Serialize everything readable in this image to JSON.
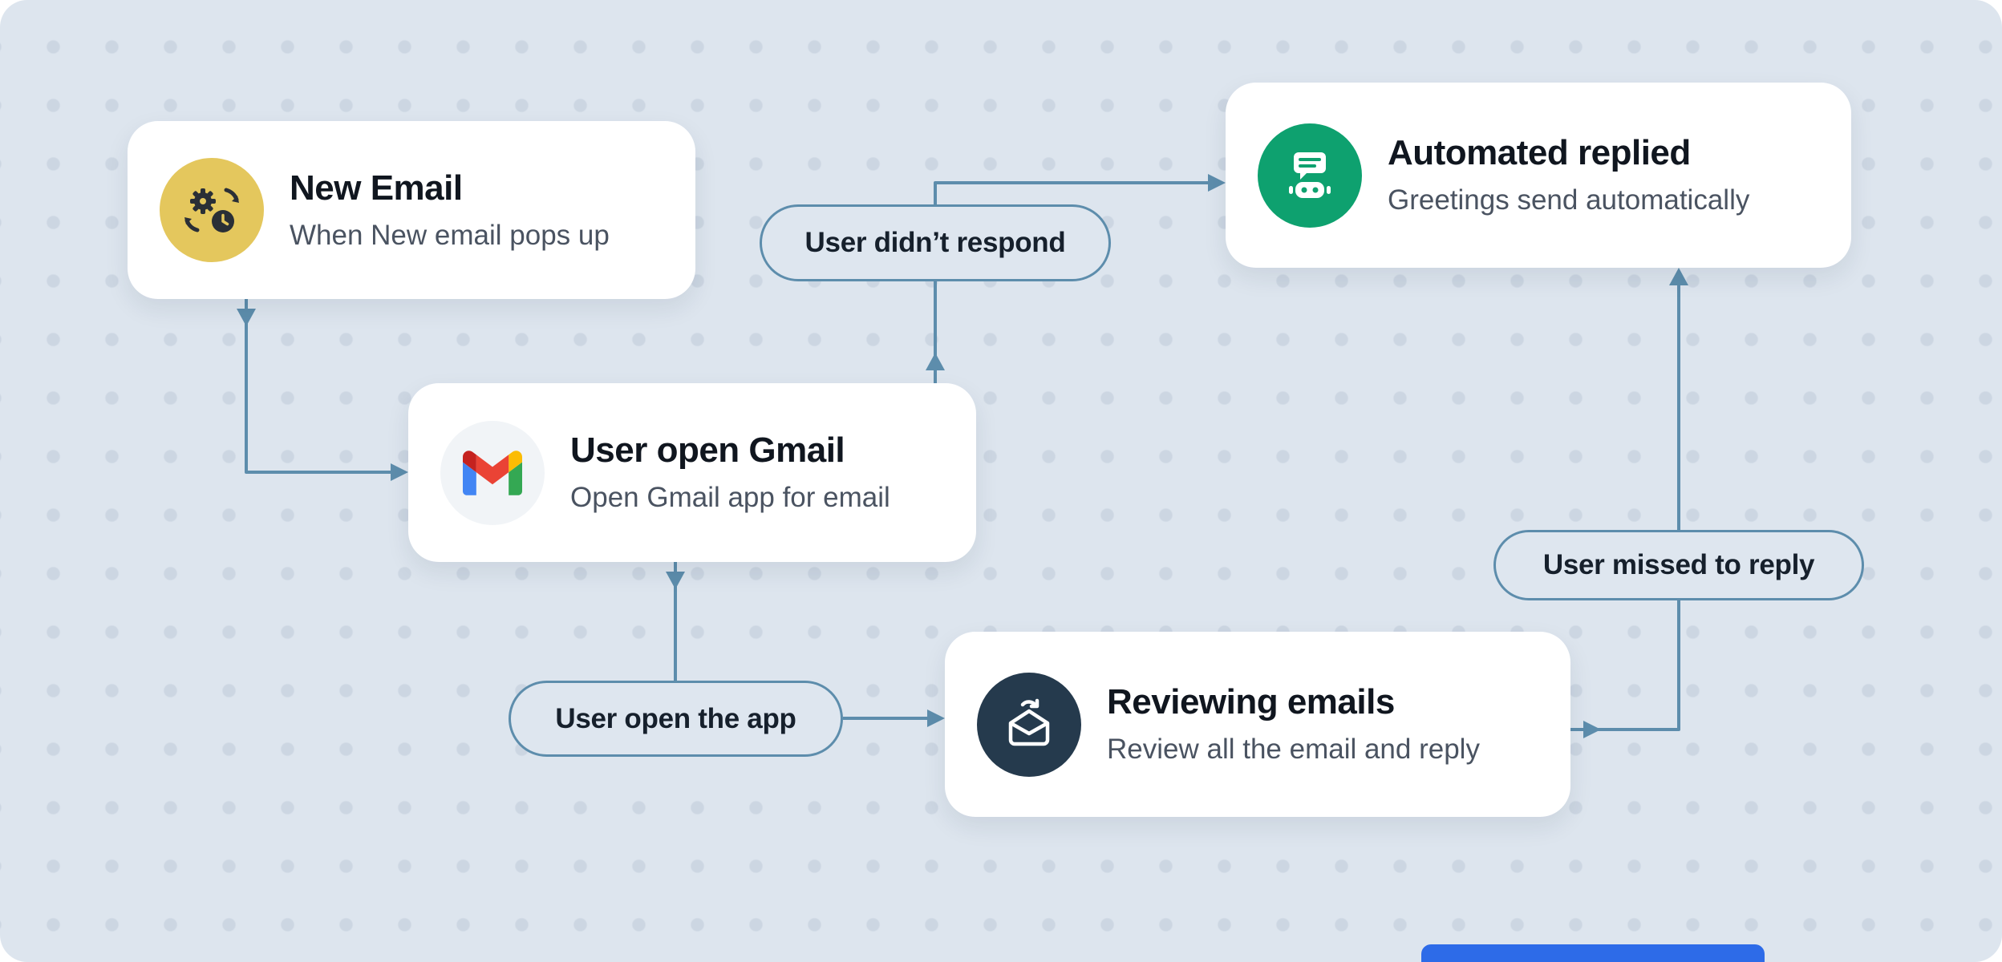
{
  "canvas": {
    "background": "#dde5ee",
    "dot_color": "#ccd6e2",
    "arrow_color": "#5d8dac"
  },
  "nodes": {
    "new_email": {
      "title": "New Email",
      "subtitle": "When New email pops up",
      "icon": "automation-icon",
      "icon_bg": "#e4c75d"
    },
    "user_open_gmail": {
      "title": "User open Gmail",
      "subtitle": "Open Gmail app for email",
      "icon": "gmail-icon",
      "icon_bg": "#f1f4f7"
    },
    "automated_replied": {
      "title": "Automated replied",
      "subtitle": "Greetings send automatically",
      "icon": "chatbot-icon",
      "icon_bg": "#0ea16f"
    },
    "reviewing_emails": {
      "title": "Reviewing emails",
      "subtitle": "Review all the email and reply",
      "icon": "open-envelope-icon",
      "icon_bg": "#253a4d"
    }
  },
  "edge_labels": {
    "user_didnt_respond": {
      "text": "User didn’t respond"
    },
    "user_missed_to_reply": {
      "text": "User missed to reply"
    },
    "user_open_the_app": {
      "text": "User open the app"
    }
  },
  "scrollbar": {
    "color": "#2d6be8"
  }
}
